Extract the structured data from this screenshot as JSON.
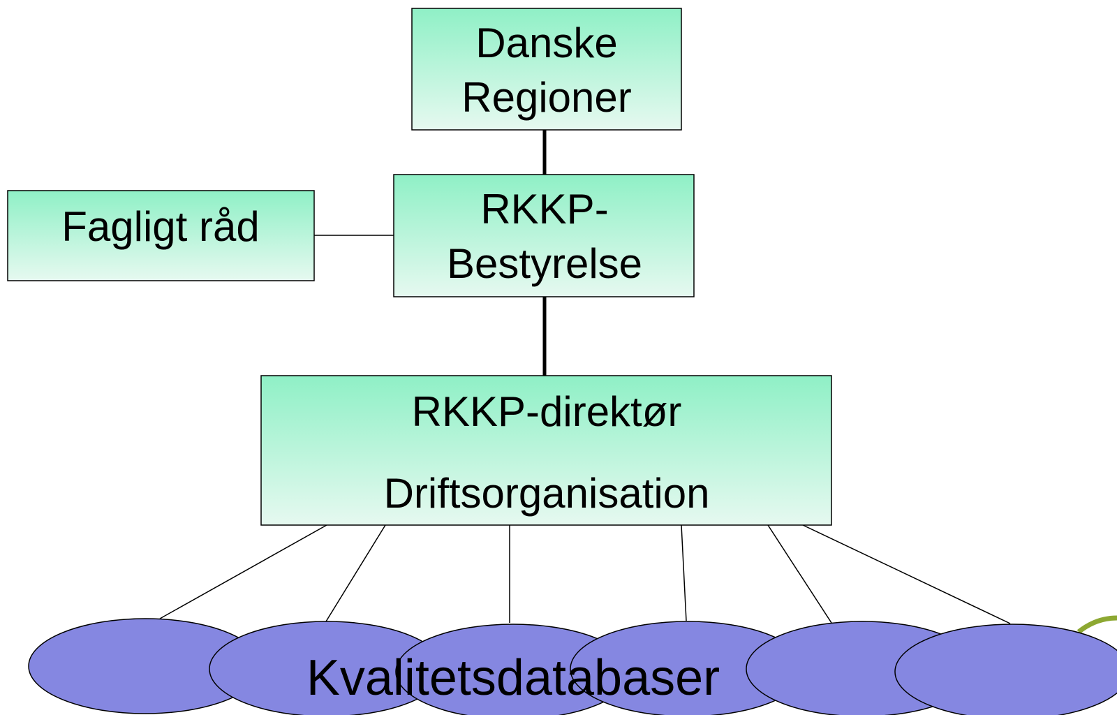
{
  "nodes": {
    "danske_regioner": {
      "line1": "Danske",
      "line2": "Regioner"
    },
    "bestyrelse": {
      "line1": "RKKP-",
      "line2": "Bestyrelse"
    },
    "fagligt_raad": {
      "label": "Fagligt råd"
    },
    "direktoer": {
      "line1": "RKKP-direktør",
      "line2": "Driftsorganisation"
    }
  },
  "databases_label": "Kvalitetsdatabaser",
  "colors": {
    "box_fill_top": "#8ff0c6",
    "box_fill_bottom": "#e6f9f0",
    "ellipse_fill": "#8587e1",
    "line": "#000000",
    "logo_accent": "#8da832"
  }
}
